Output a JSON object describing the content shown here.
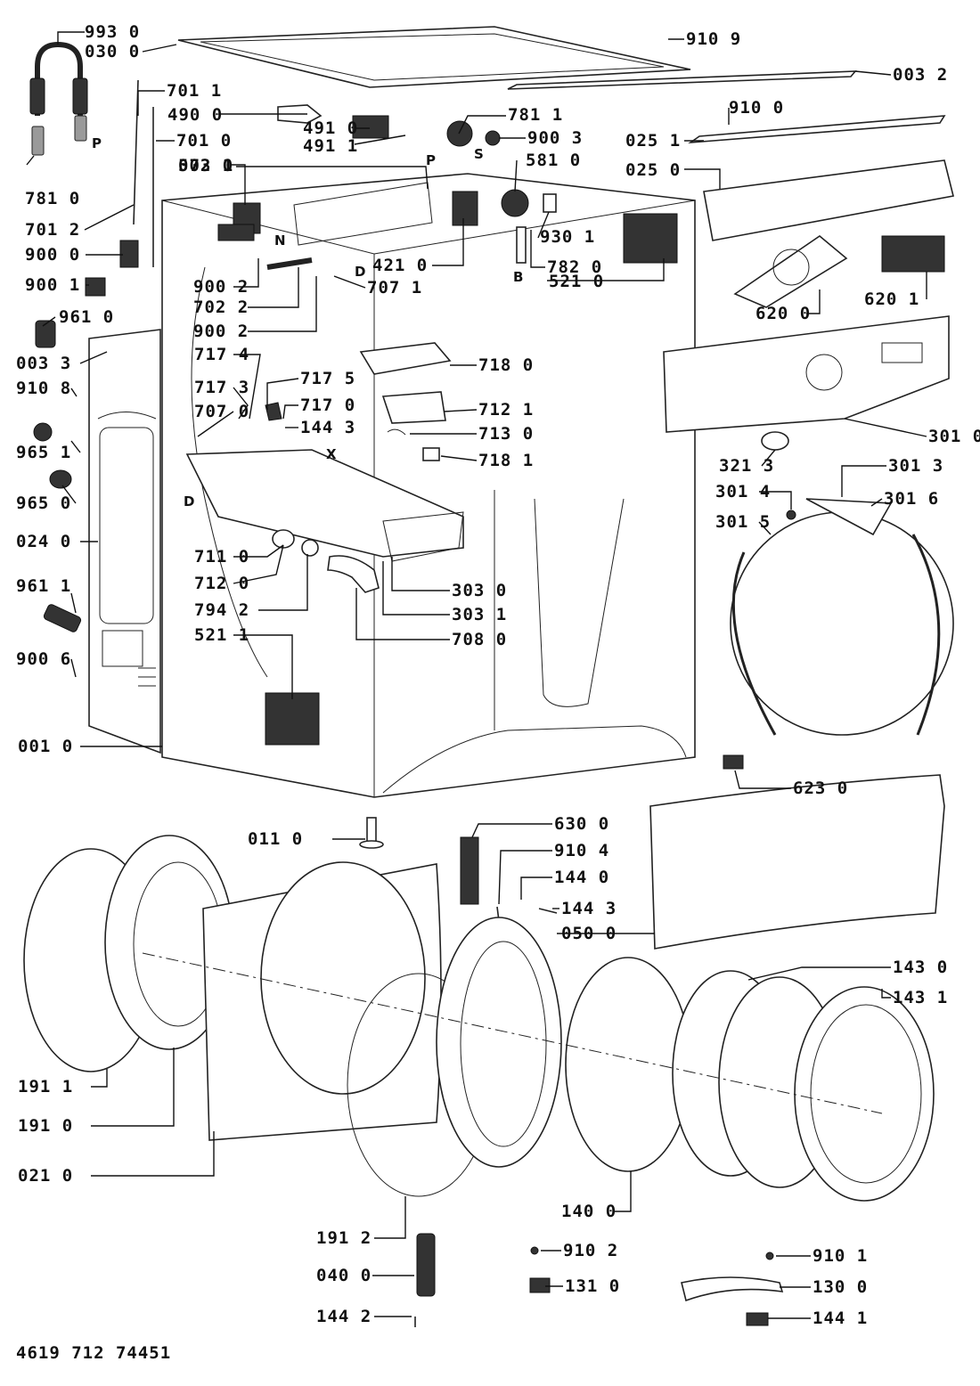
{
  "labels": [
    "993 0",
    "030 0",
    "910 9",
    "003 2",
    "781 1",
    "701 1",
    "490 0",
    "491 0",
    "491 1",
    "900 3",
    "910 0",
    "025 1",
    "701 0",
    "003 1",
    "572 0",
    "581 0",
    "025 0",
    "781 0",
    "701 2",
    "900 0",
    "421 0",
    "782 0",
    "930 1",
    "900 1",
    "521 0",
    "620 1",
    "900 2",
    "702 2",
    "707 1",
    "620 0",
    "900 2",
    "961 0",
    "003 3",
    "717 4",
    "718 0",
    "910 8",
    "717 3",
    "717 5",
    "717 0",
    "712 1",
    "707 0",
    "144 3",
    "713 0",
    "301 0",
    "965 1",
    "718 1",
    "321 3",
    "301 3",
    "965 0",
    "301 4",
    "301 6",
    "301 5",
    "024 0",
    "711 0",
    "712 0",
    "303 0",
    "961 1",
    "794 2",
    "303 1",
    "708 0",
    "521 1",
    "900 6",
    "001 0",
    "623 0",
    "011 0",
    "630 0",
    "910 4",
    "144 0",
    "144 3",
    "050 0",
    "143 0",
    "143 1",
    "191 1",
    "191 0",
    "021 0",
    "140 0",
    "191 2",
    "910 2",
    "910 1",
    "040 0",
    "131 0",
    "130 0",
    "144 2",
    "144 1"
  ],
  "letters": [
    "P",
    "P",
    "S",
    "N",
    "D",
    "B",
    "X",
    "D"
  ],
  "footer_code": "4619 712 74451"
}
